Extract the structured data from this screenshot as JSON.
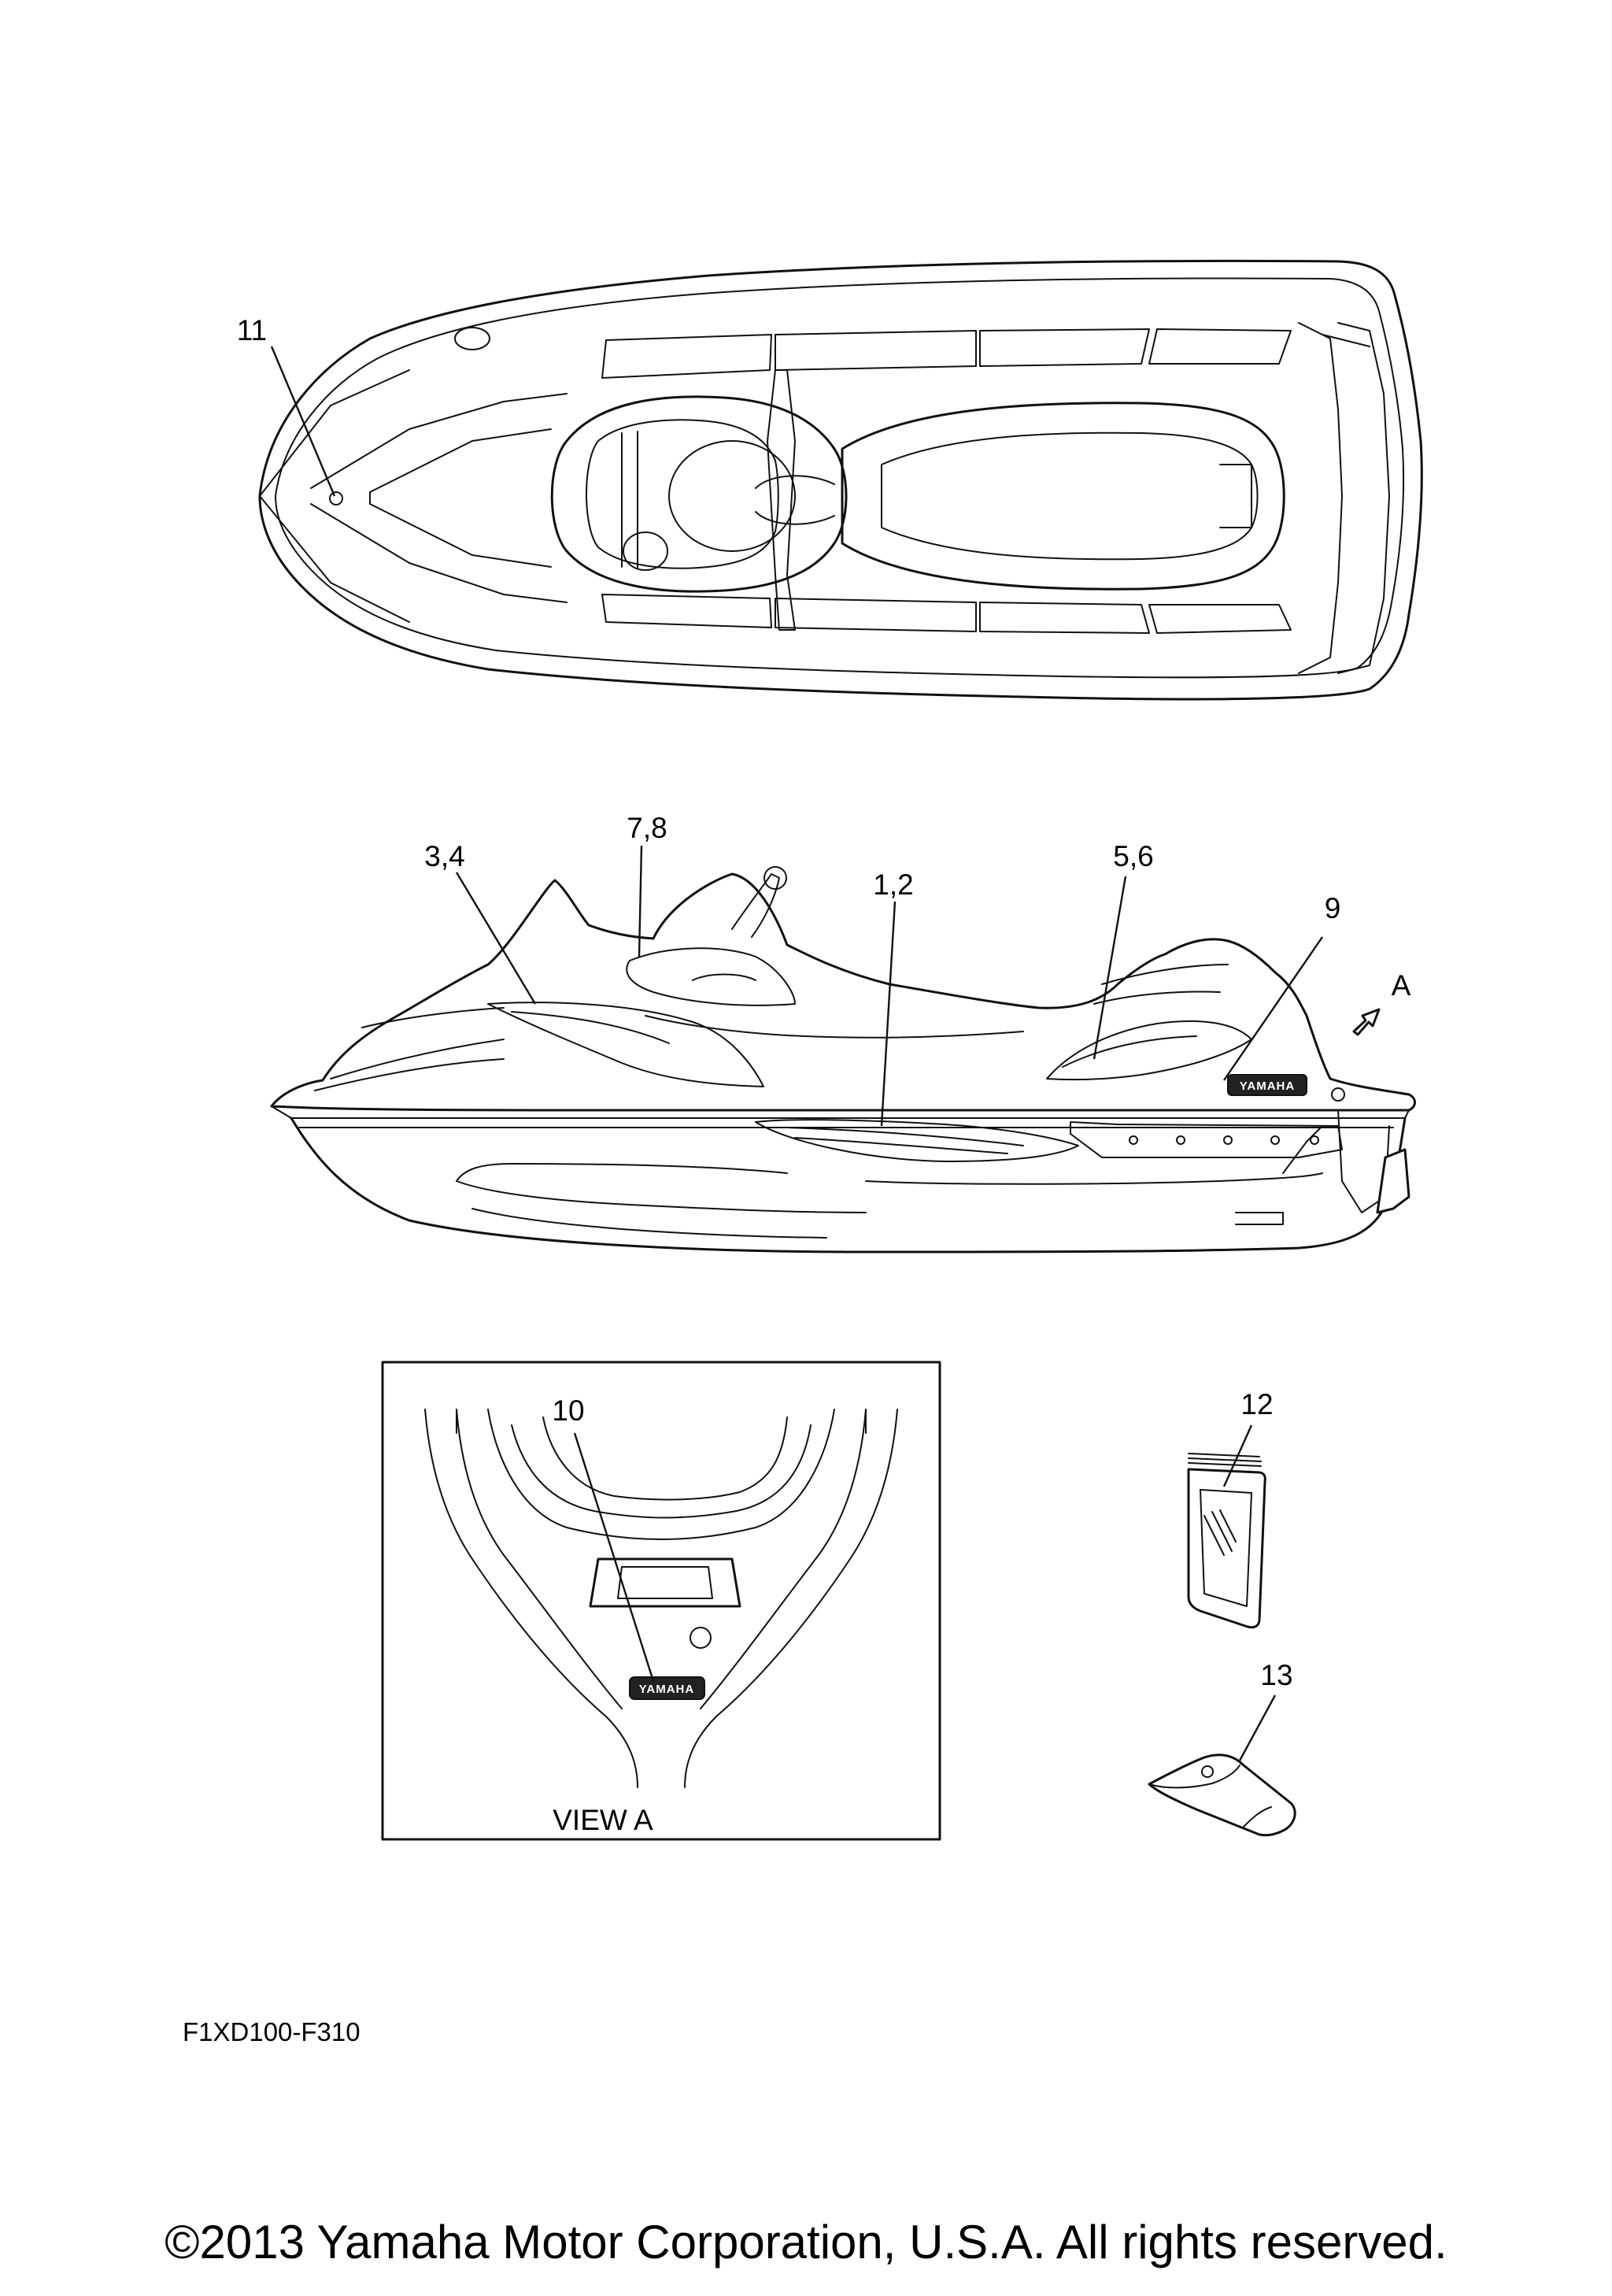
{
  "callouts": {
    "c11": "11",
    "c78": "7,8",
    "c34": "3,4",
    "c12s": "1,2",
    "c56": "5,6",
    "c9": "9",
    "cA": "A",
    "c10": "10",
    "c12": "12",
    "c13": "13"
  },
  "view_caption": "VIEW A",
  "badge_text": "YAMAHA",
  "diagram_code": "F1XD100-F310",
  "copyright": "©2013 Yamaha Motor Corporation, U.S.A. All rights reserved."
}
